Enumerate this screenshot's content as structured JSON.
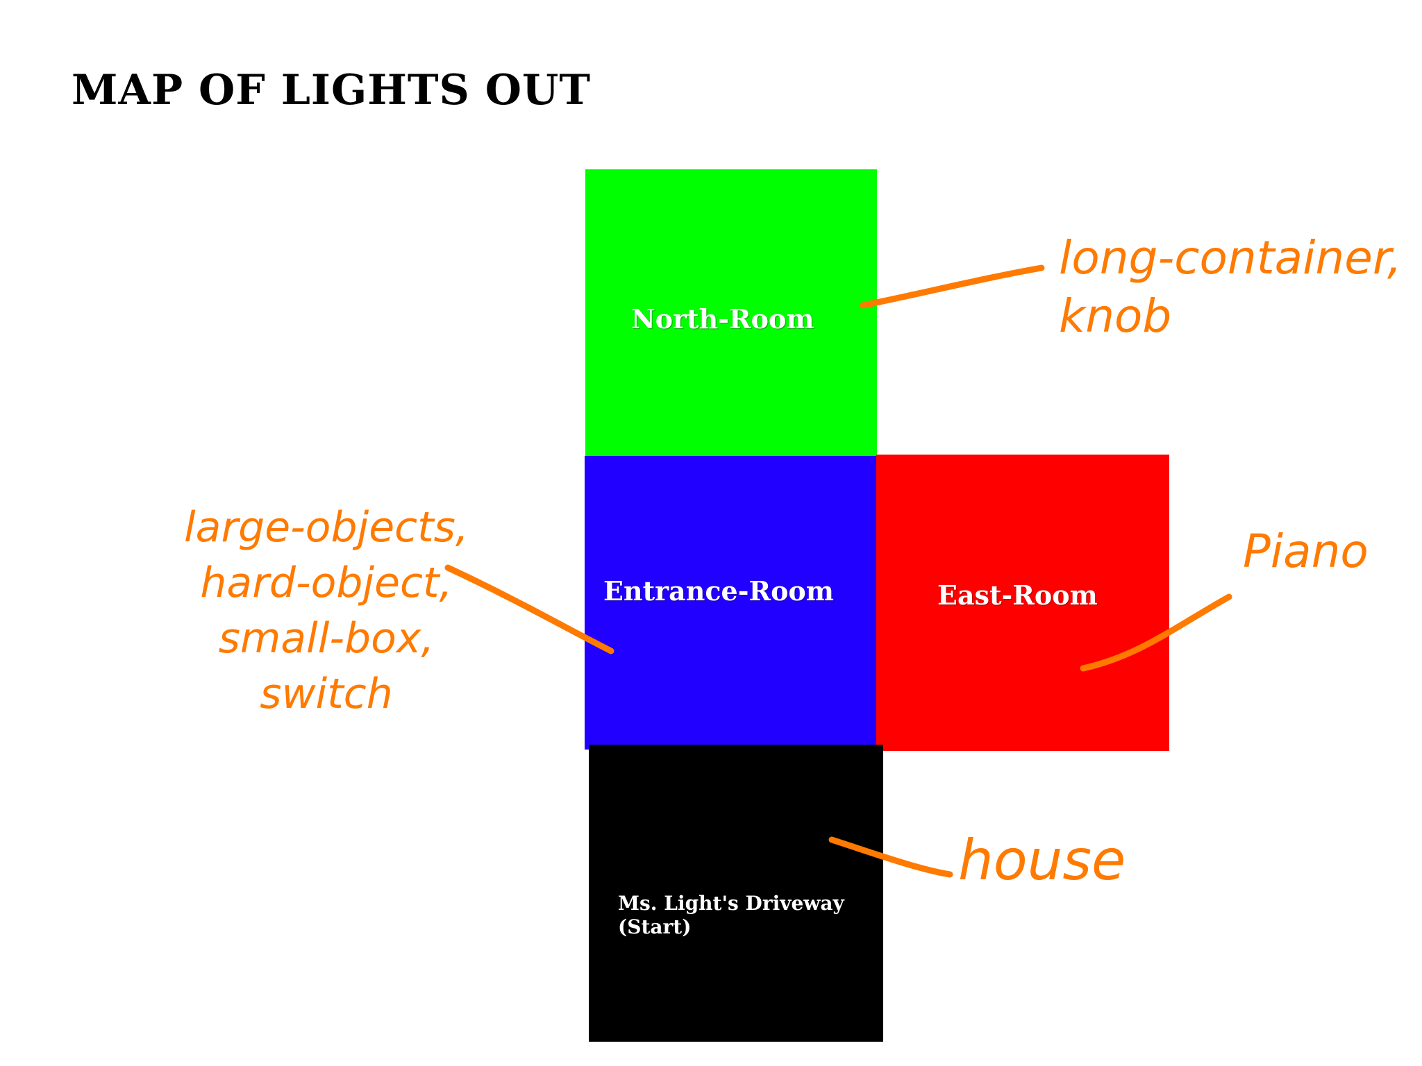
{
  "title": "MAP OF LIGHTS OUT",
  "rooms": {
    "north": {
      "label": "North-Room",
      "color": "#00ff00"
    },
    "entrance": {
      "label": "Entrance-Room",
      "color": "#2200ff"
    },
    "east": {
      "label": "East-Room",
      "color": "#ff0000"
    },
    "driveway": {
      "label": "Ms. Light's Driveway\n(Start)",
      "color": "#000000"
    }
  },
  "annotations": {
    "color": "#ff7a00",
    "north": "long-container,\nknob",
    "entrance": "large-objects,\nhard-object,\nsmall-box,\nswitch",
    "east": "Piano",
    "driveway": "house"
  }
}
